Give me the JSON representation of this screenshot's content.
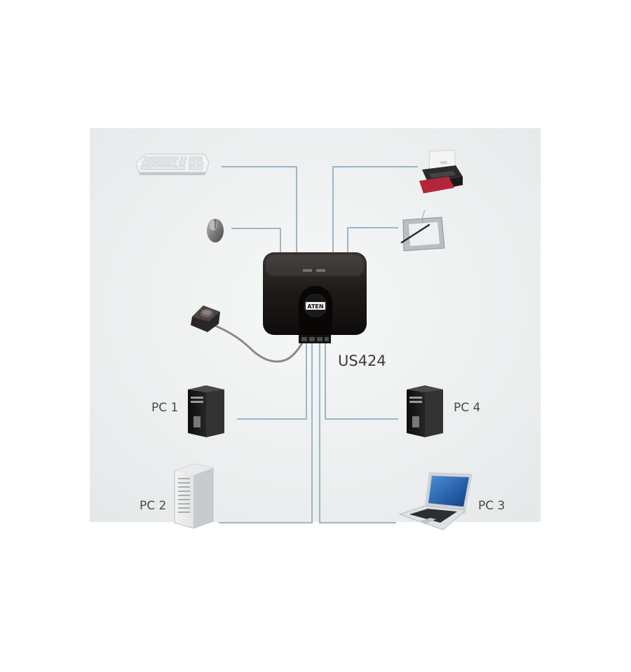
{
  "device": {
    "model": "US424",
    "logo": "ATEN"
  },
  "computers": [
    {
      "id": "pc1",
      "label": "PC 1",
      "icon": "tower-pc-icon"
    },
    {
      "id": "pc2",
      "label": "PC 2",
      "icon": "workstation-icon"
    },
    {
      "id": "pc3",
      "label": "PC 3",
      "icon": "laptop-icon"
    },
    {
      "id": "pc4",
      "label": "PC 4",
      "icon": "tower-pc-icon"
    }
  ],
  "peripherals": [
    "keyboard-icon",
    "mouse-icon",
    "printer-icon",
    "drawing-tablet-icon",
    "remote-port-selector-icon"
  ],
  "colors": {
    "background": "#eef0f1",
    "cable": "#9db6c4",
    "device_body": "#1c1a19",
    "remote_cable": "#8a8a8a"
  }
}
